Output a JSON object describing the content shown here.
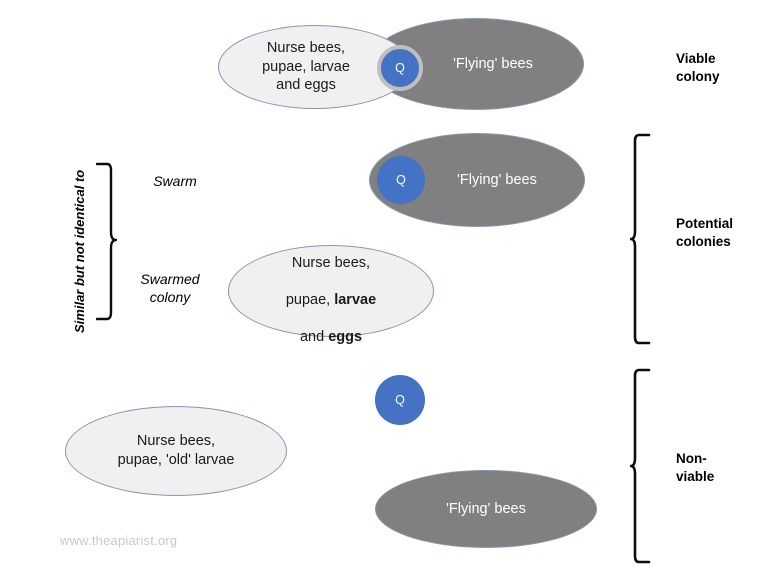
{
  "diagram": {
    "title_watermark": "www.theapiarist.org",
    "vertical_note": "Similar but not identical to",
    "rows": [
      {
        "id": "viable-colony",
        "right_label": "Viable\ncolony",
        "brood_oval": "Nurse bees,\npupae, larvae\nand eggs",
        "flying_oval": "'Flying' bees",
        "queen": "Q"
      },
      {
        "id": "swarm",
        "group_label": "Swarm",
        "flying_oval": "'Flying' bees",
        "queen": "Q"
      },
      {
        "id": "swarmed-colony",
        "group_label": "Swarmed\ncolony",
        "brood_oval_parts": {
          "line1": "Nurse bees,",
          "line2_plain": "pupae, ",
          "line2_bold": "larvae",
          "line3_plain": "and ",
          "line3_bold": "eggs"
        }
      },
      {
        "id": "non-viable",
        "right_label": "Non-\nviable",
        "brood_oval": "Nurse bees,\npupae, 'old' larvae",
        "flying_oval": "'Flying' bees",
        "queen": "Q"
      }
    ],
    "right_brackets": [
      {
        "name": "potential-colonies",
        "label": "Potential\ncolonies"
      },
      {
        "name": "non-viable",
        "label": "Non-\nviable"
      }
    ],
    "colors": {
      "queen_blue": "#4472C4",
      "flying_gray": "#808080",
      "brood_light": "#F0F0F0",
      "oval_border": "#8496B0",
      "queen_ring": "#BFBFBF",
      "watermark_gray": "#C9C9C9",
      "text_dark": "#1a1a1a",
      "text_light": "#ffffff"
    }
  }
}
